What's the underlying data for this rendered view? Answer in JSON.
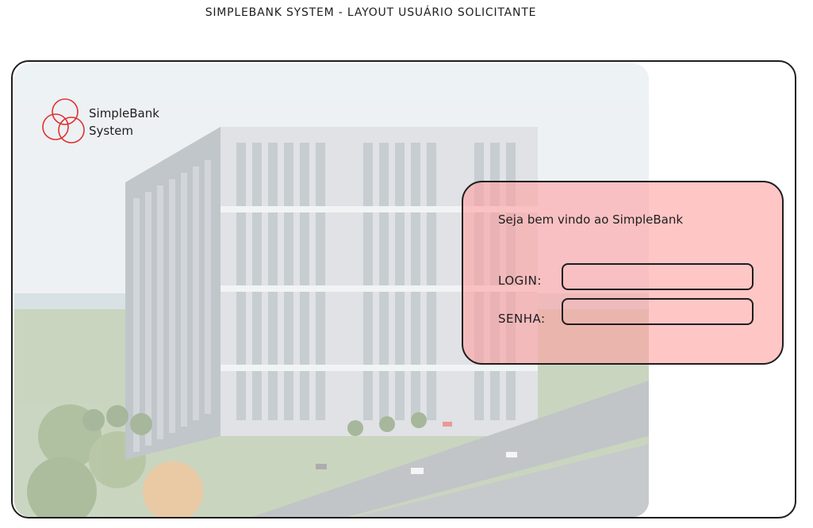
{
  "header": {
    "title": "SIMPLEBANK SYSTEM - LAYOUT USUÁRIO SOLICITANTE"
  },
  "logo": {
    "line1": "SimpleBank",
    "line2": "System",
    "icon": "three-circles-logo-icon",
    "color": "#e03131"
  },
  "login": {
    "welcome": "Seja bem vindo ao SimpleBank",
    "login_label": "LOGIN:",
    "login_value": "",
    "password_label": "SENHA:",
    "password_value": "",
    "panel_color": "#ffa0a0"
  },
  "background": {
    "image": "office-building-photo"
  }
}
